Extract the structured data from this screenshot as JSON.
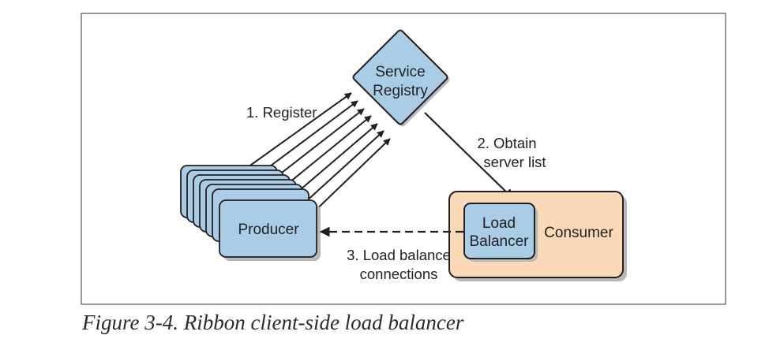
{
  "nodes": {
    "registry": {
      "line1": "Service",
      "line2": "Registry"
    },
    "producer": {
      "label": "Producer"
    },
    "load_balancer": {
      "line1": "Load",
      "line2": "Balancer"
    },
    "consumer": {
      "label": "Consumer"
    }
  },
  "edges": {
    "register": {
      "label": "1. Register"
    },
    "obtain": {
      "line1": "2. Obtain",
      "line2": "server list"
    },
    "balance": {
      "line1": "3. Load balance",
      "line2": "connections"
    }
  },
  "caption": "Figure 3-4. Ribbon client-side load balancer",
  "colors": {
    "node_blue": "#a9cde6",
    "consumer_peach": "#fad9b8",
    "stroke": "#231f20",
    "shadow": "#b8b8b8"
  }
}
